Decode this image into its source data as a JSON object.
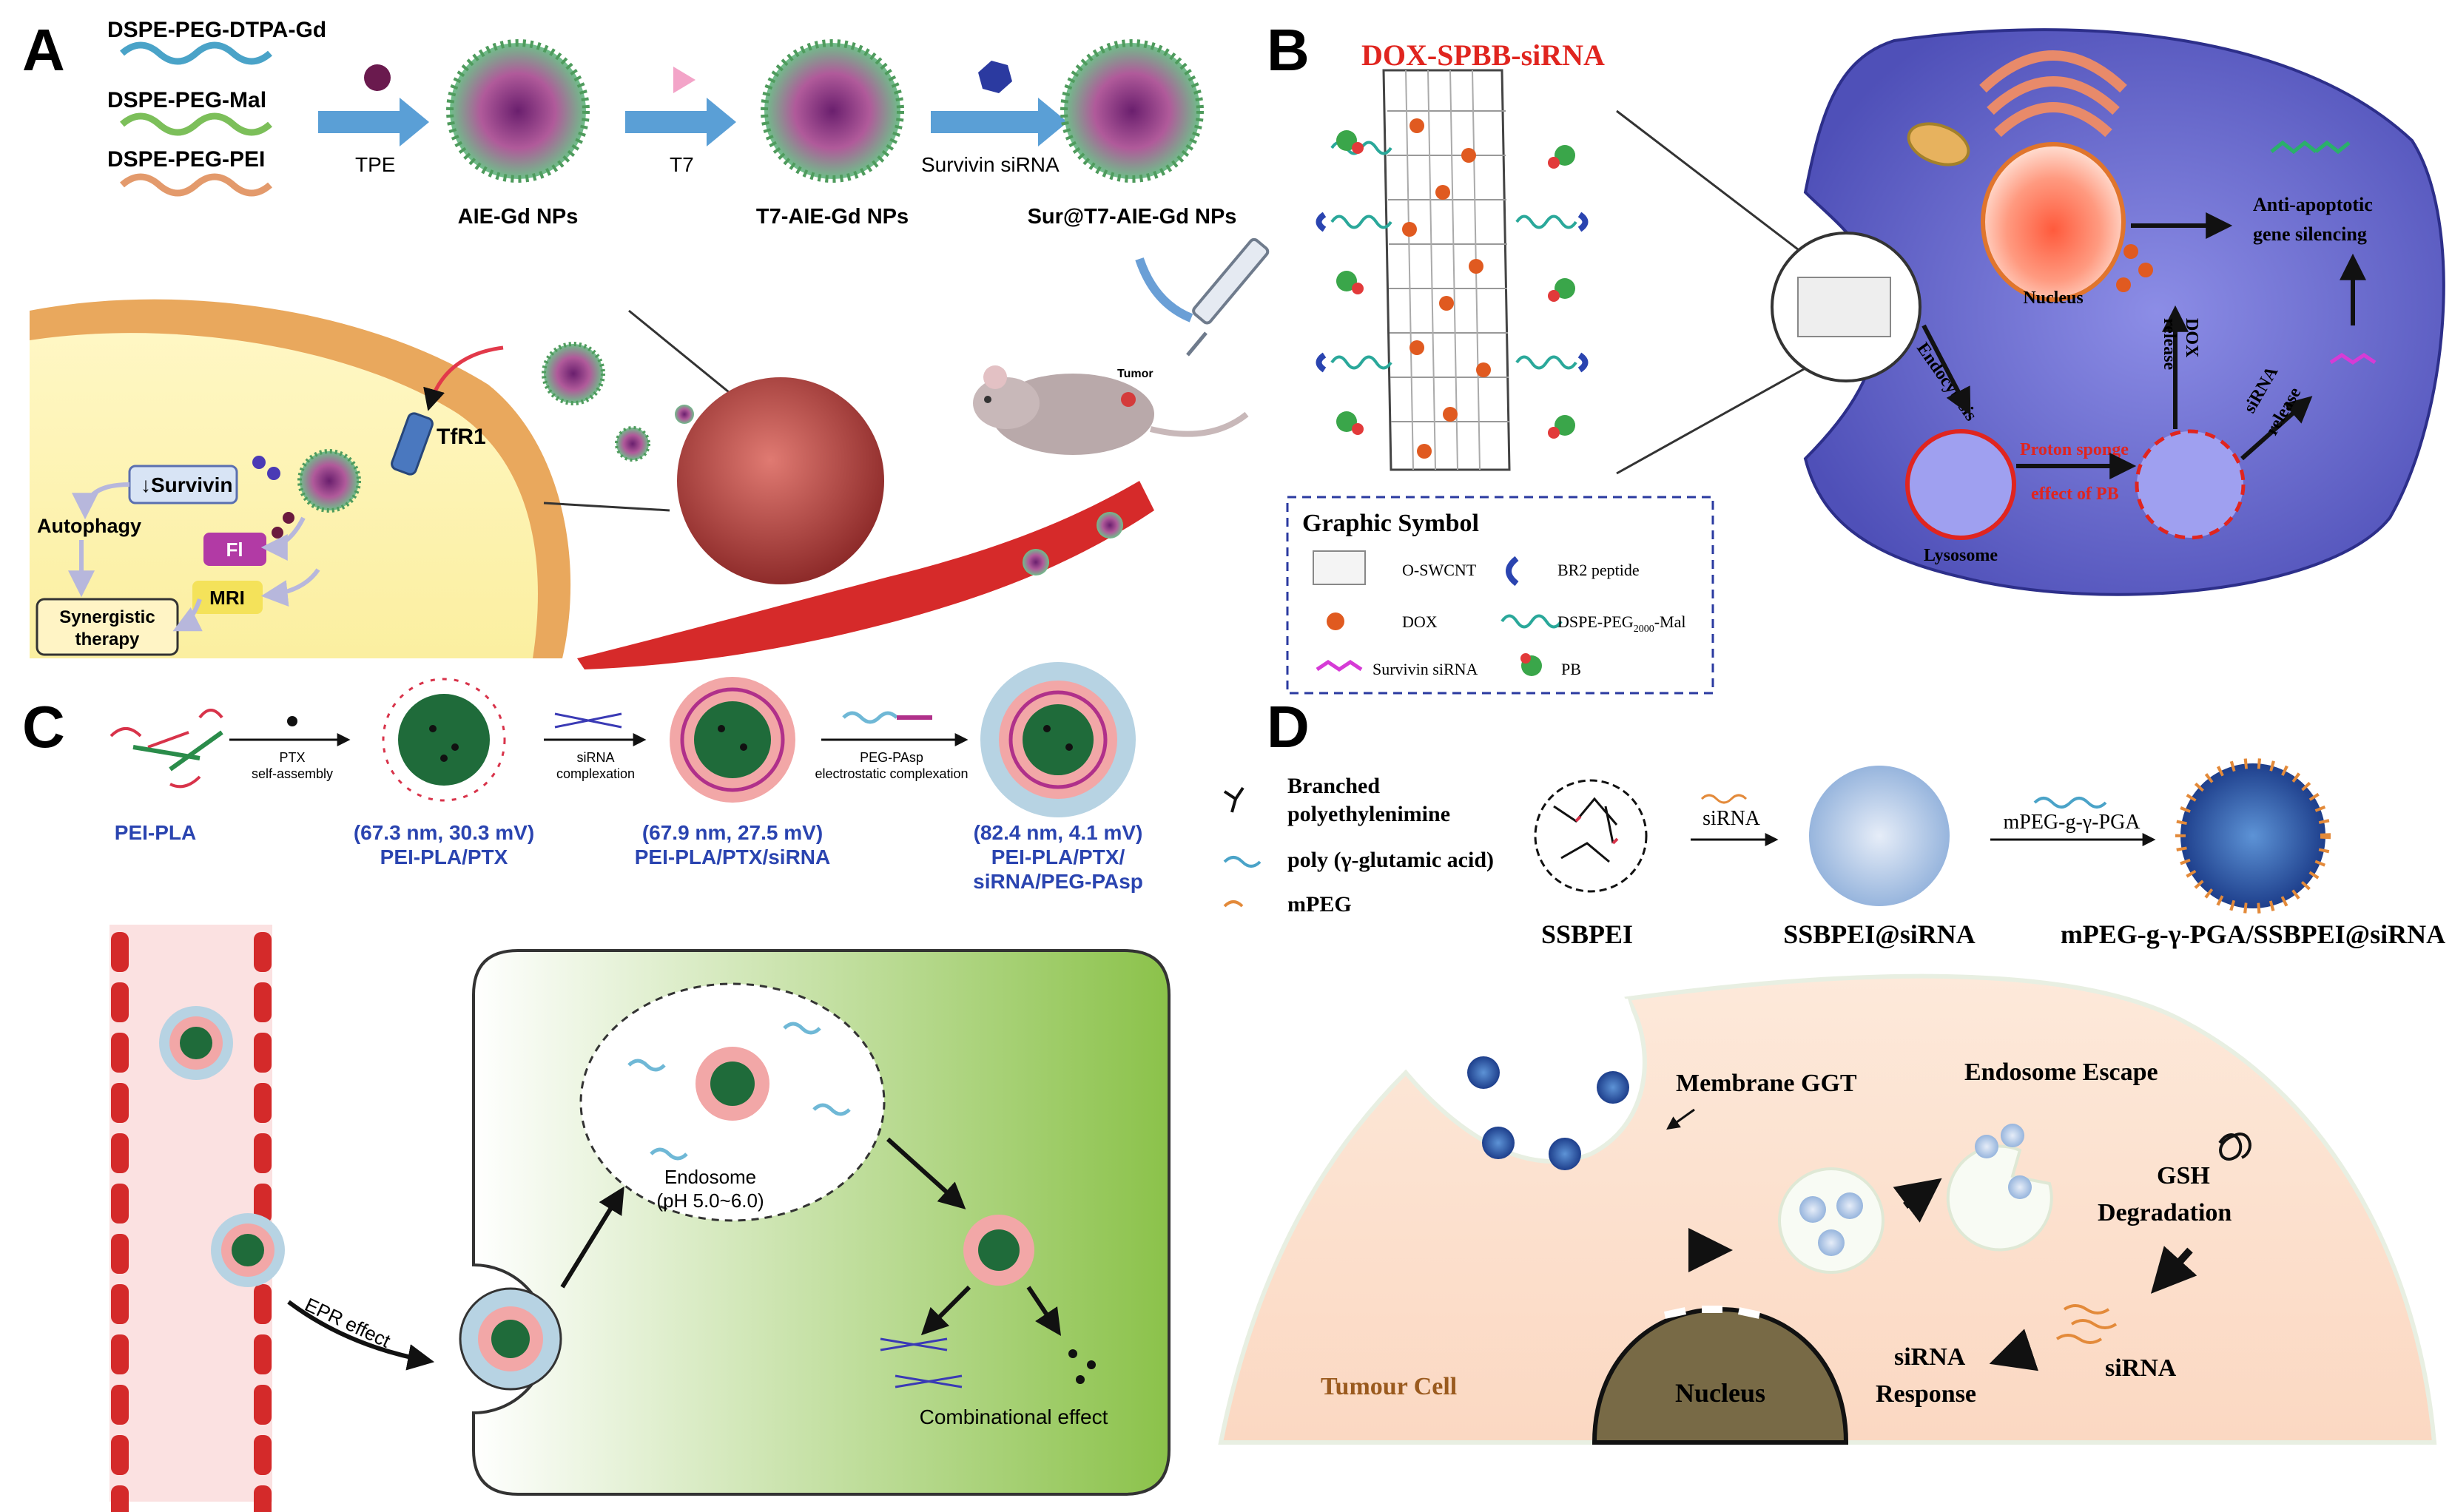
{
  "panelA": {
    "letter": "A",
    "lipids": [
      "DSPE-PEG-DTPA-Gd",
      "DSPE-PEG-Mal",
      "DSPE-PEG-PEI"
    ],
    "steps": [
      "TPE",
      "T7",
      "Survivin siRNA"
    ],
    "particles": [
      "AIE-Gd NPs",
      "T7-AIE-Gd NPs",
      "Sur@T7-AIE-Gd NPs"
    ],
    "receptor": "TfR1",
    "survivin": "↓Survivin",
    "autophagy": "Autophagy",
    "fl": "Fl",
    "mri": "MRI",
    "synergy": [
      "Synergistic",
      "therapy"
    ],
    "tumor": "Tumor"
  },
  "panelB": {
    "letter": "B",
    "title": "DOX-SPBB-siRNA",
    "nucleus": "Nucleus",
    "lysosome": "Lysosome",
    "endocytosis": "Endocytosis",
    "proton": [
      "Proton sponge",
      "effect of PB"
    ],
    "dox_release": [
      "DOX",
      "release"
    ],
    "sirna_release": [
      "siRNA",
      "release"
    ],
    "anti": [
      "Anti-apoptotic",
      "gene silencing"
    ],
    "legend_title": "Graphic Symbol",
    "legend": {
      "oswcnt": "O-SWCNT",
      "br2": "BR2 peptide",
      "dox": "DOX",
      "dspe_main": "DSPE-PEG",
      "dspe_sub": "2000",
      "dspe_end": "-Mal",
      "survivin": "Survivin siRNA",
      "pb": "PB"
    }
  },
  "panelC": {
    "letter": "C",
    "steps": [
      [
        "PTX",
        "self-assembly"
      ],
      [
        "siRNA",
        "complexation"
      ],
      [
        "PEG-PAsp",
        "electrostatic complexation"
      ]
    ],
    "labels": [
      [
        "PEI-PLA"
      ],
      [
        "(67.3 nm, 30.3 mV)",
        "PEI-PLA/PTX"
      ],
      [
        "(67.9 nm, 27.5 mV)",
        "PEI-PLA/PTX/siRNA"
      ],
      [
        "(82.4 nm, 4.1 mV)",
        "PEI-PLA/PTX/",
        "siRNA/PEG-PAsp"
      ]
    ],
    "epr": "EPR effect",
    "endosome": [
      "Endosome",
      "(pH 5.0~6.0)"
    ],
    "combo": "Combinational effect"
  },
  "panelD": {
    "letter": "D",
    "legend": [
      "Branched",
      "polyethylenimine",
      "poly (γ-glutamic acid)",
      "mPEG"
    ],
    "step1": "siRNA",
    "step2": "mPEG-g-γ-PGA",
    "names": [
      "SSBPEI",
      "SSBPEI@siRNA",
      "mPEG-g-γ-PGA/SSBPEI@siRNA"
    ],
    "membrane": "Membrane GGT",
    "escape": "Endosome Escape",
    "gsh": [
      "GSH",
      "Degradation"
    ],
    "sirna": "siRNA",
    "response": [
      "siRNA",
      "Response"
    ],
    "tumour": "Tumour Cell",
    "nucleus": "Nucleus"
  }
}
